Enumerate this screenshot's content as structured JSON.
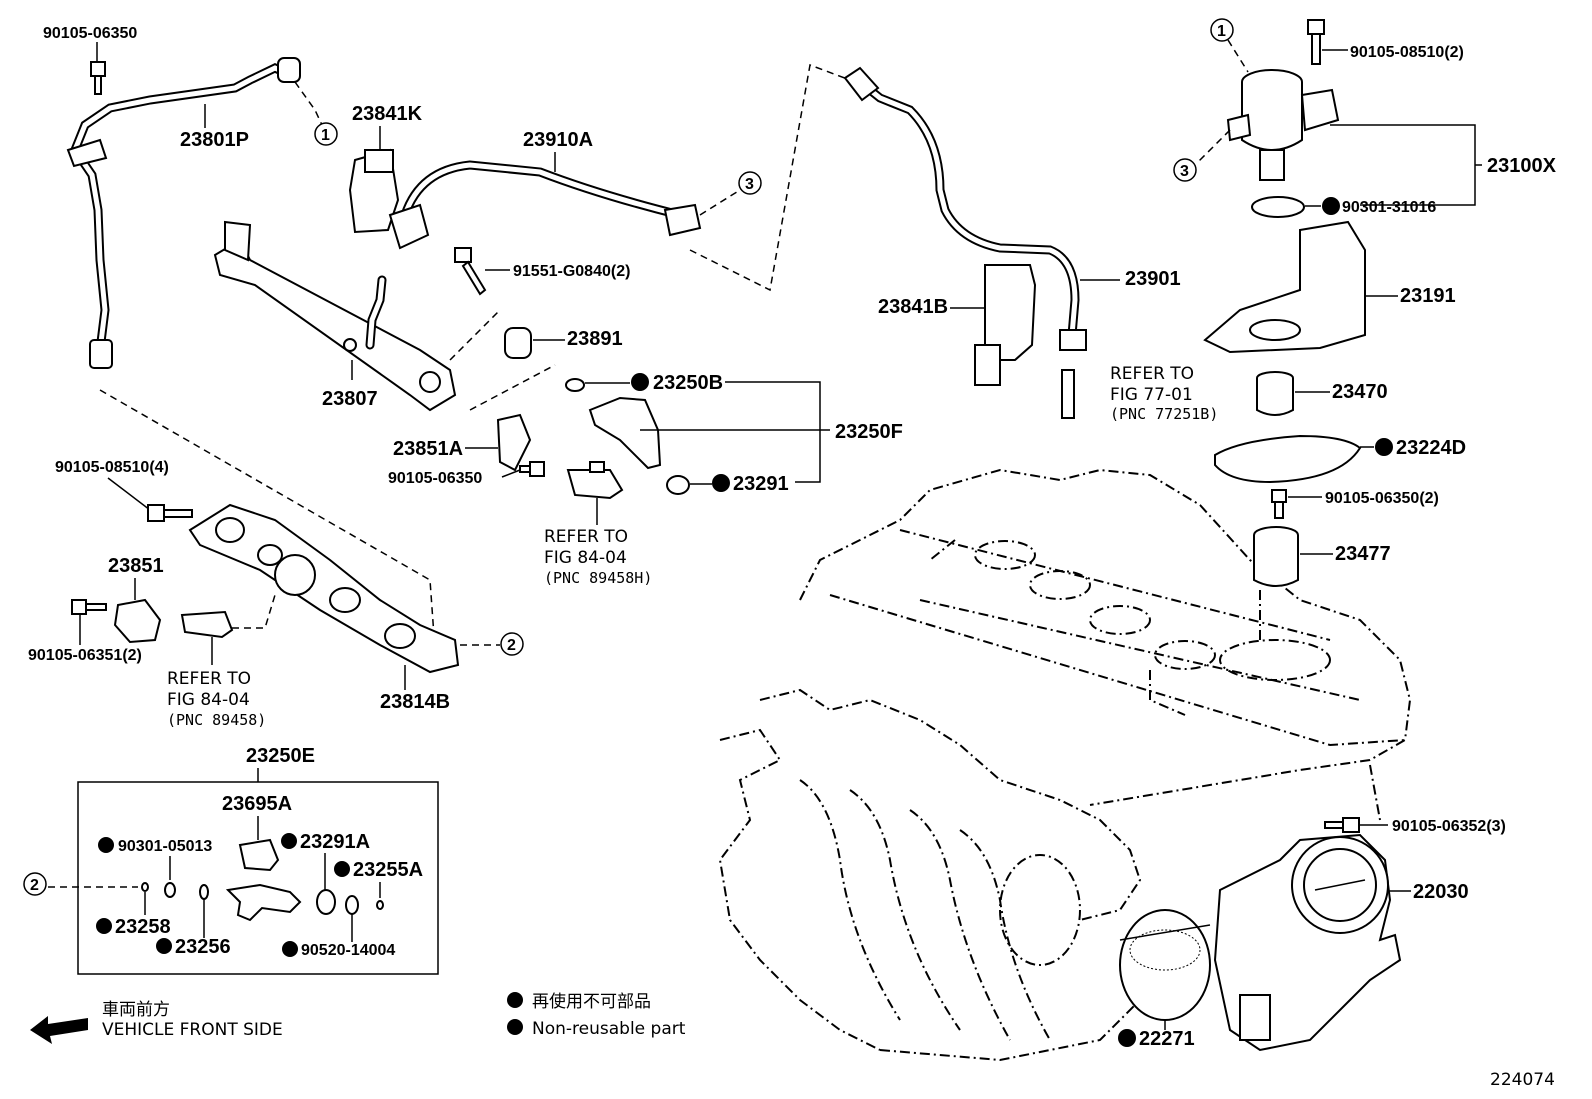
{
  "diagram": {
    "figure_number": "224074",
    "callouts": {
      "c1a": "1",
      "c1b": "1",
      "c2a": "2",
      "c2b": "2",
      "c3a": "3",
      "c3b": "3"
    },
    "parts": {
      "p_90105_06350_tl": "90105-06350",
      "p_23801P": "23801P",
      "p_23841K": "23841K",
      "p_23910A": "23910A",
      "p_91551": "91551-G0840(2)",
      "p_23891": "23891",
      "p_23807": "23807",
      "p_23250B": "23250B",
      "p_23250F": "23250F",
      "p_23851A": "23851A",
      "p_90105_06350_mid": "90105-06350",
      "p_23291": "23291",
      "p_90105_08510_4": "90105-08510(4)",
      "p_23851": "23851",
      "p_90105_06351": "90105-06351(2)",
      "p_23814B": "23814B",
      "p_23250E": "23250E",
      "p_23695A": "23695A",
      "p_90301_05013": "90301-05013",
      "p_23291A": "23291A",
      "p_23255A": "23255A",
      "p_23258": "23258",
      "p_23256": "23256",
      "p_90520": "90520-14004",
      "p_90105_08510_2": "90105-08510(2)",
      "p_23100X": "23100X",
      "p_90301_31016": "90301-31016",
      "p_23191": "23191",
      "p_23470": "23470",
      "p_23224D": "23224D",
      "p_90105_06350_2": "90105-06350(2)",
      "p_23477": "23477",
      "p_23841B": "23841B",
      "p_23901": "23901",
      "p_90105_06352": "90105-06352(3)",
      "p_22030": "22030",
      "p_22271": "22271"
    },
    "refs": {
      "ref_a_1": "REFER TO",
      "ref_a_2": "FIG 84-04",
      "ref_a_3": "(PNC 89458H)",
      "ref_b_1": "REFER TO",
      "ref_b_2": "FIG 84-04",
      "ref_b_3": "(PNC 89458)",
      "ref_c_1": "REFER TO",
      "ref_c_2": "FIG 77-01",
      "ref_c_3": "(PNC 77251B)"
    },
    "legend": {
      "front_jp": "車両前方",
      "front_en": "VEHICLE FRONT SIDE",
      "nonreuse_jp": "再使用不可部品",
      "nonreuse_en": "Non-reusable part"
    }
  }
}
